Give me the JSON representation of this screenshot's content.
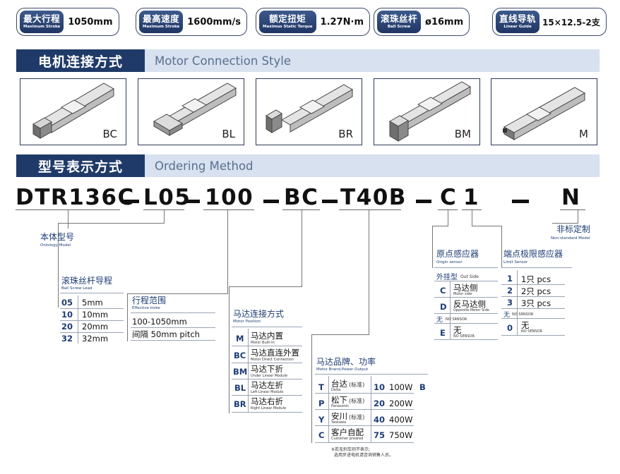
{
  "specs": [
    {
      "cn": "最大行程",
      "en": "Maximum Stroke",
      "value": "1050mm"
    },
    {
      "cn": "最高速度",
      "en": "Maximum Stroke",
      "value": "1600mm/s"
    },
    {
      "cn": "额定扭矩",
      "en": "Maximus Static Torque",
      "value": "1.27N·m"
    },
    {
      "cn": "滚珠丝杆",
      "en": "Ball Screw",
      "value": "ø16mm"
    },
    {
      "cn": "直线导轨",
      "en": "Linear Guide",
      "value": "15×12.5-2支"
    }
  ],
  "motor_section": {
    "cn": "电机连接方式",
    "en": "Motor Connection Style"
  },
  "motor_styles": [
    "BC",
    "BL",
    "BR",
    "BM",
    "M"
  ],
  "ordering_section": {
    "cn": "型号表示方式",
    "en": "Ordering Method"
  },
  "code": {
    "p1": "DTR136C",
    "p2": "L05",
    "p3": "100",
    "p4": "BC",
    "p5": "T40B",
    "p6": "C",
    "p7": "1",
    "p8": "N"
  },
  "body_model": {
    "cn": "本体型号",
    "en": "Ontology Model"
  },
  "lead": {
    "cn": "滚珠丝杆导程",
    "en": "Ball Screw Lead",
    "rows": [
      {
        "code": "05",
        "val": "5mm"
      },
      {
        "code": "10",
        "val": "10mm"
      },
      {
        "code": "20",
        "val": "20mm"
      },
      {
        "code": "32",
        "val": "32mm"
      }
    ]
  },
  "stroke": {
    "cn": "行程范围",
    "en": "Effective  troke",
    "range": "100-1050mm",
    "pitch": "间隔  50mm pitch"
  },
  "motor_pos": {
    "cn": "马达连接方式",
    "en": "Motor Position",
    "rows": [
      {
        "code": "M",
        "cn": "马达内置",
        "en": "Motor Built-In"
      },
      {
        "code": "BC",
        "cn": "马达直连外置",
        "en": "Motor Direct Connection"
      },
      {
        "code": "BM",
        "cn": "马达下折",
        "en": "Under Linear Module"
      },
      {
        "code": "BL",
        "cn": "马达左折",
        "en": "Left Linear Module"
      },
      {
        "code": "BR",
        "cn": "马达右折",
        "en": "Right Linear Module"
      }
    ]
  },
  "brand": {
    "cn": "马达品牌、功率",
    "en": "Motor Brand,Power Output",
    "rows": [
      {
        "code": "T",
        "cn": "台达",
        "note": "(标准)",
        "en": "Delta",
        "pcode": "10",
        "power": "100W"
      },
      {
        "code": "P",
        "cn": "松下",
        "note": "(标准)",
        "en": "Panasonic",
        "pcode": "20",
        "power": "200W"
      },
      {
        "code": "Y",
        "cn": "安川",
        "note": "(标准)",
        "en": "Yaskawa",
        "pcode": "40",
        "power": "400W"
      },
      {
        "code": "C",
        "cn": "客户自配",
        "note": "",
        "en": "Customer preared",
        "pcode": "75",
        "power": "750W"
      }
    ],
    "suffix": "B",
    "note1": "※若无刹车则不表示;",
    "note2": "选用步进电机请咨询销售人员。"
  },
  "origin": {
    "cn": "原点感应器",
    "en": "Origin sensor",
    "out_cn": "外挂型",
    "out_en": "Out Side",
    "rows": [
      {
        "code": "C",
        "cn": "马达侧",
        "en": "Motor side"
      },
      {
        "code": "D",
        "cn": "反马达侧",
        "en": "Opposite Motor Side"
      }
    ],
    "none_cn": "无",
    "none_en": "NO SRNSOR",
    "e_code": "E",
    "e_cn": "无",
    "e_en": "NO SENSOR"
  },
  "limit": {
    "cn": "端点极限感应器",
    "en": "Limit Sensor",
    "rows": [
      {
        "code": "1",
        "val": "1只 pcs"
      },
      {
        "code": "2",
        "val": "2只 pcs"
      },
      {
        "code": "3",
        "val": "3只 pcs"
      }
    ],
    "none_cn": "无",
    "none_en": "NO SRNSOR",
    "zero_code": "0",
    "zero_cn": "无",
    "zero_en": "NO SENSOR"
  },
  "nonstandard": {
    "cn": "非标定制",
    "en": "Non-standard Model"
  }
}
